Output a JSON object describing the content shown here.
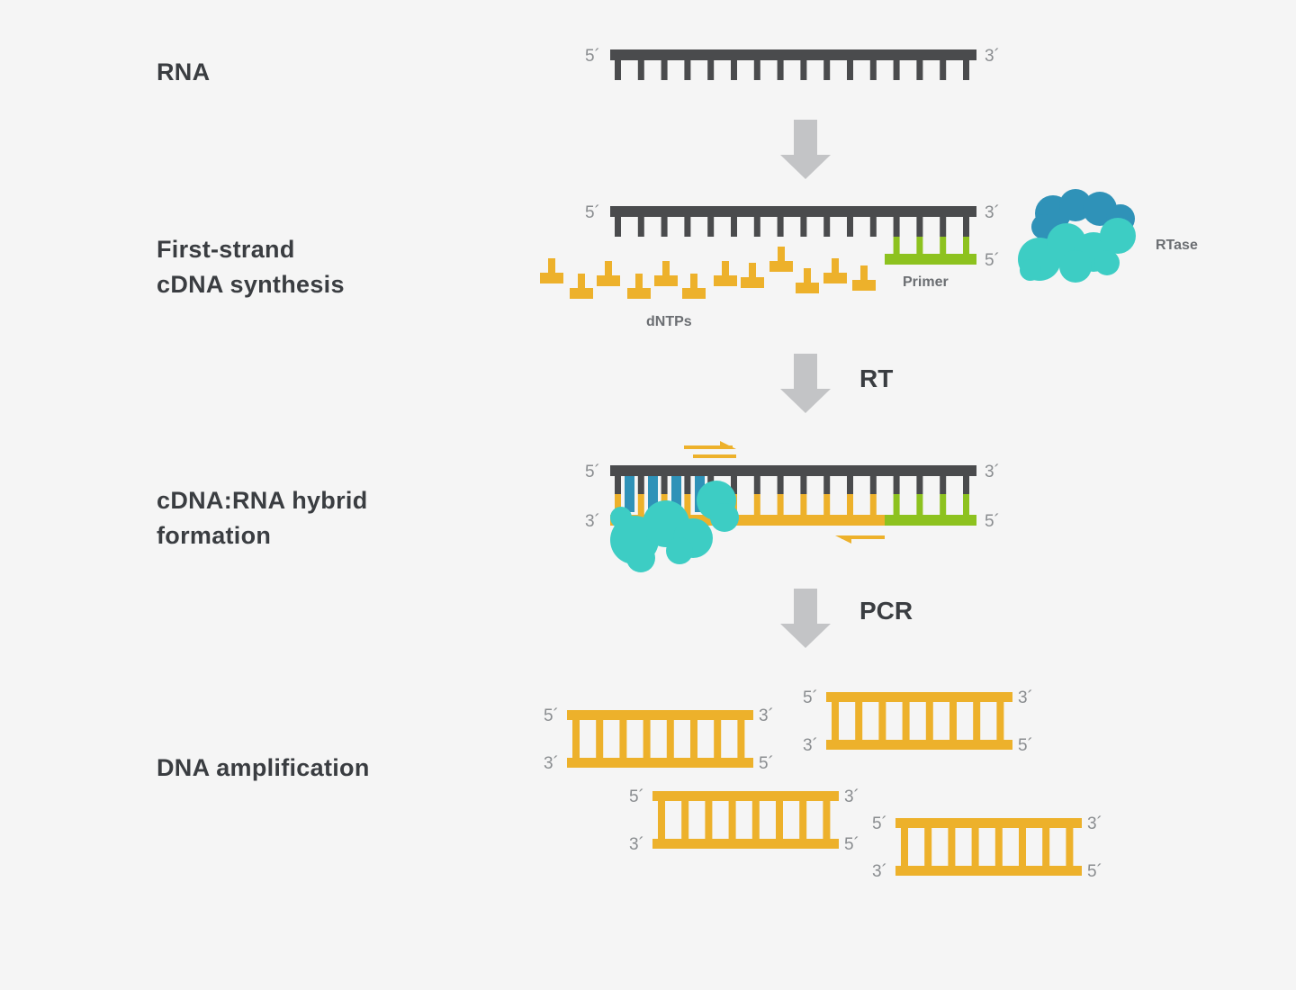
{
  "stages": {
    "rna": {
      "lines": [
        "RNA"
      ]
    },
    "first_strand": {
      "lines": [
        "First-strand",
        "cDNA synthesis"
      ]
    },
    "hybrid": {
      "lines": [
        "cDNA:RNA hybrid",
        "formation"
      ]
    },
    "amplification": {
      "lines": [
        "DNA amplification"
      ]
    }
  },
  "steps": {
    "rt": "RT",
    "pcr": "PCR"
  },
  "labels": {
    "primer": "Primer",
    "dntps": "dNTPs",
    "rtase": "RTase"
  },
  "ends": {
    "five": "5´",
    "three": "3´"
  },
  "colors": {
    "rna_strand": "#4a4b4d",
    "cdna_strand": "#edb12b",
    "primer": "#8dc21f",
    "enzyme_light": "#3dcdc4",
    "enzyme_dark": "#2f92b8",
    "arrow": "#c3c4c6"
  }
}
